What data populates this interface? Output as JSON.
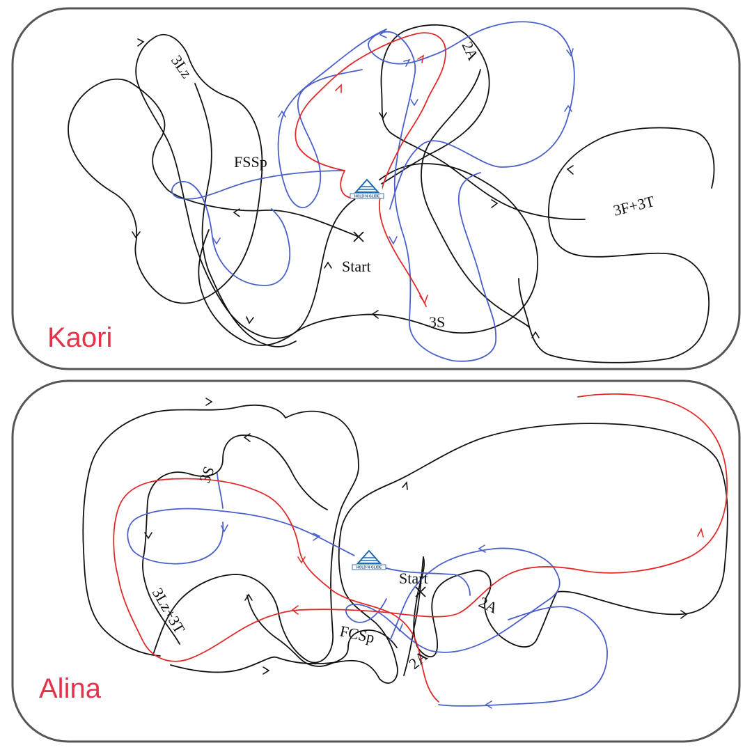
{
  "panels": [
    {
      "skater": "Kaori",
      "labels": {
        "l3lz": "3Lz",
        "l2a": "2A",
        "lfssp": "FSSp",
        "l3f3t": "3F+3T",
        "lstart": "Start",
        "l3s": "3S"
      }
    },
    {
      "skater": "Alina",
      "labels": {
        "l3s": "3S",
        "lstart": "Start",
        "l2a_right": "2A",
        "l3lz3t": "3Lz+3T",
        "lfcsp": "FCSp",
        "l2a_bottom": "2A"
      }
    }
  ],
  "colors": {
    "step_sequence": "#111111",
    "spiral": "#4a5fc9",
    "choreo": "#e02a2a",
    "name": "#e4324a"
  },
  "logo_text": "HOLD·N·GLIDE"
}
